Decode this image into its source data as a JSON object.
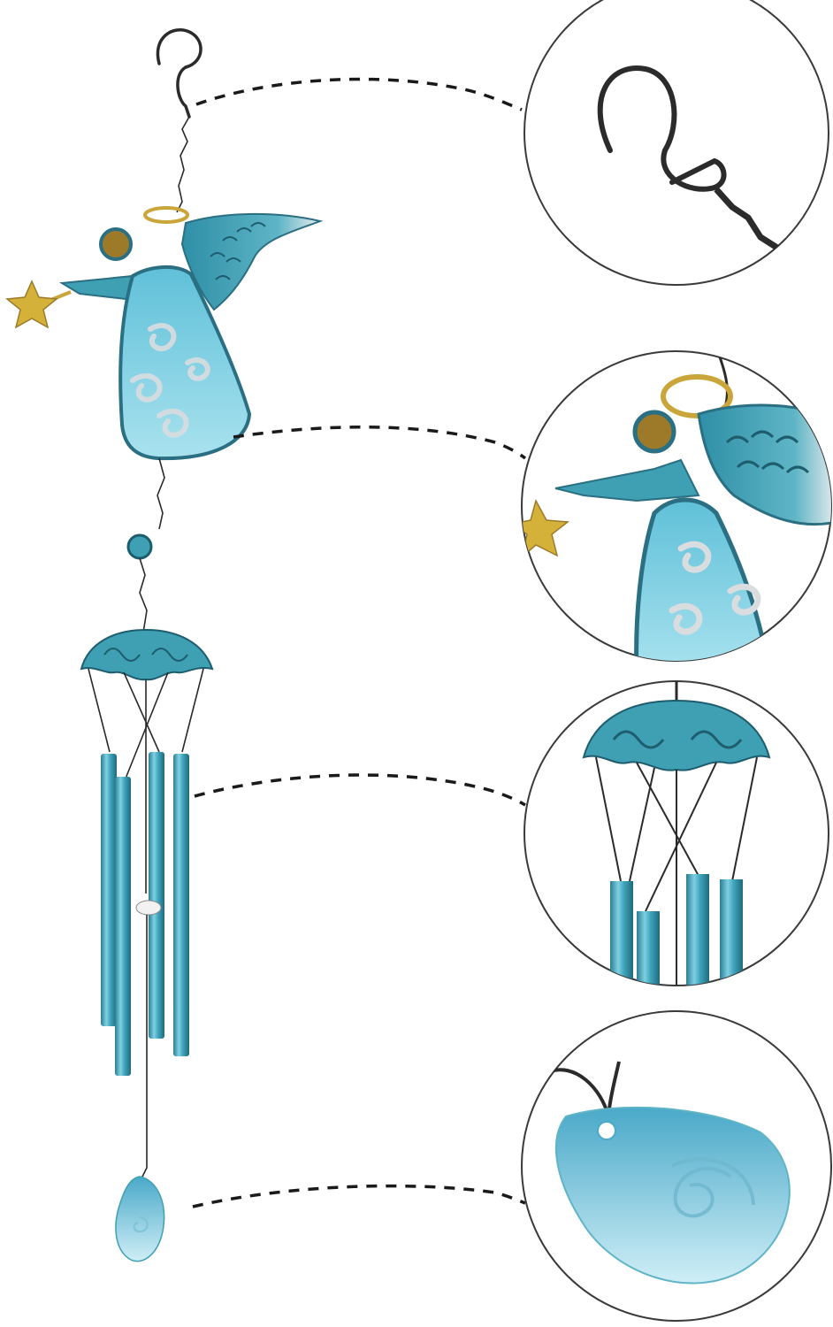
{
  "product": {
    "subject": "angel-wind-chime",
    "colors": {
      "teal": "#3f9fb3",
      "teal_dark": "#2a6f82",
      "glass_light": "#8fd3e6",
      "glass_mid": "#5bbcd6",
      "silver": "#d9dde0",
      "gold": "#d4b23a",
      "amber": "#9c7a2a",
      "hook_black": "#2b2b2b"
    },
    "detail_callouts": [
      {
        "part": "hook",
        "icon": "s-hook-icon"
      },
      {
        "part": "angel",
        "icon": "angel-icon"
      },
      {
        "part": "chime-tubes",
        "icon": "chime-tubes-icon"
      },
      {
        "part": "glass-sail",
        "icon": "glass-sail-icon"
      }
    ]
  }
}
